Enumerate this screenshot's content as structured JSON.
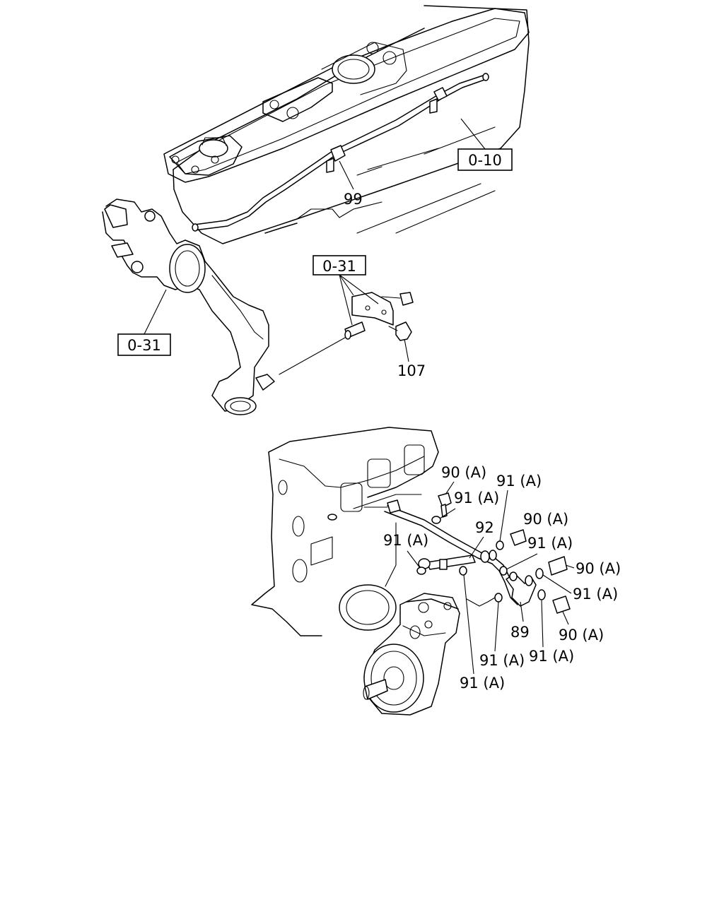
{
  "diagram": {
    "refs": {
      "ref_upper_right": "0-10",
      "ref_bracket": "0-31",
      "ref_left": "0-31"
    },
    "labels": {
      "l99": "99",
      "l107": "107",
      "l90a_1": "90 (A)",
      "l91a_1": "91 (A)",
      "l91a_2": "91 (A)",
      "l90a_2": "90 (A)",
      "l92": "92",
      "l91a_3": "91 (A)",
      "l91a_4": "91 (A)",
      "l90a_3": "90 (A)",
      "l91a_5": "91 (A)",
      "l89": "89",
      "l90a_4": "90 (A)",
      "l91a_6": "91 (A)",
      "l91a_7": "91 (A)",
      "l91a_8": "91 (A)"
    }
  }
}
